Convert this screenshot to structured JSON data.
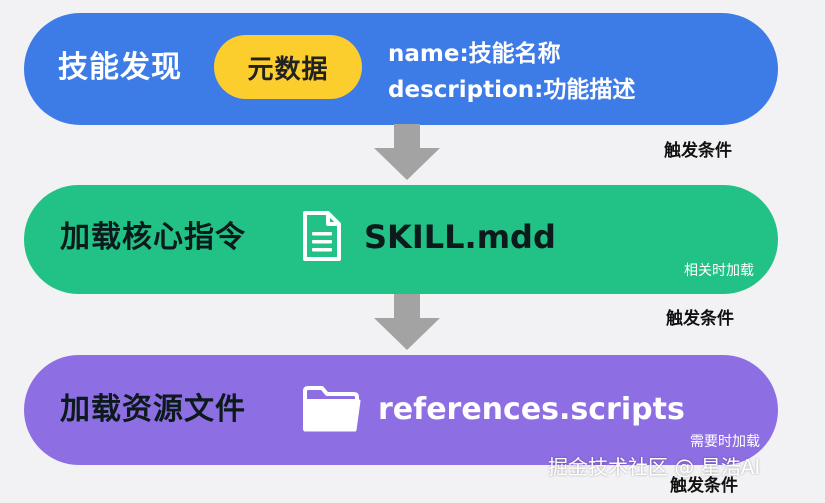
{
  "stages": [
    {
      "title": "技能发现",
      "badge": "元数据",
      "meta_name": "name:技能名称",
      "meta_description": "description:功能描述",
      "color": "#3d7be6"
    },
    {
      "title": "加载核心指令",
      "file": "SKILL.mdd",
      "note": "相关时加载",
      "icon": "document-icon",
      "color": "#22c286"
    },
    {
      "title": "加载资源文件",
      "file": "references.scripts",
      "note": "需要时加载",
      "icon": "folder-icon",
      "color": "#8e6ee3"
    }
  ],
  "triggers": [
    "触发条件",
    "触发条件",
    "触发条件"
  ],
  "watermark": "掘金技术社区 @ 星浩AI",
  "colors": {
    "badge": "#fbcd2d",
    "arrow": "#a3a3a3",
    "background": "#f2f2f4"
  }
}
